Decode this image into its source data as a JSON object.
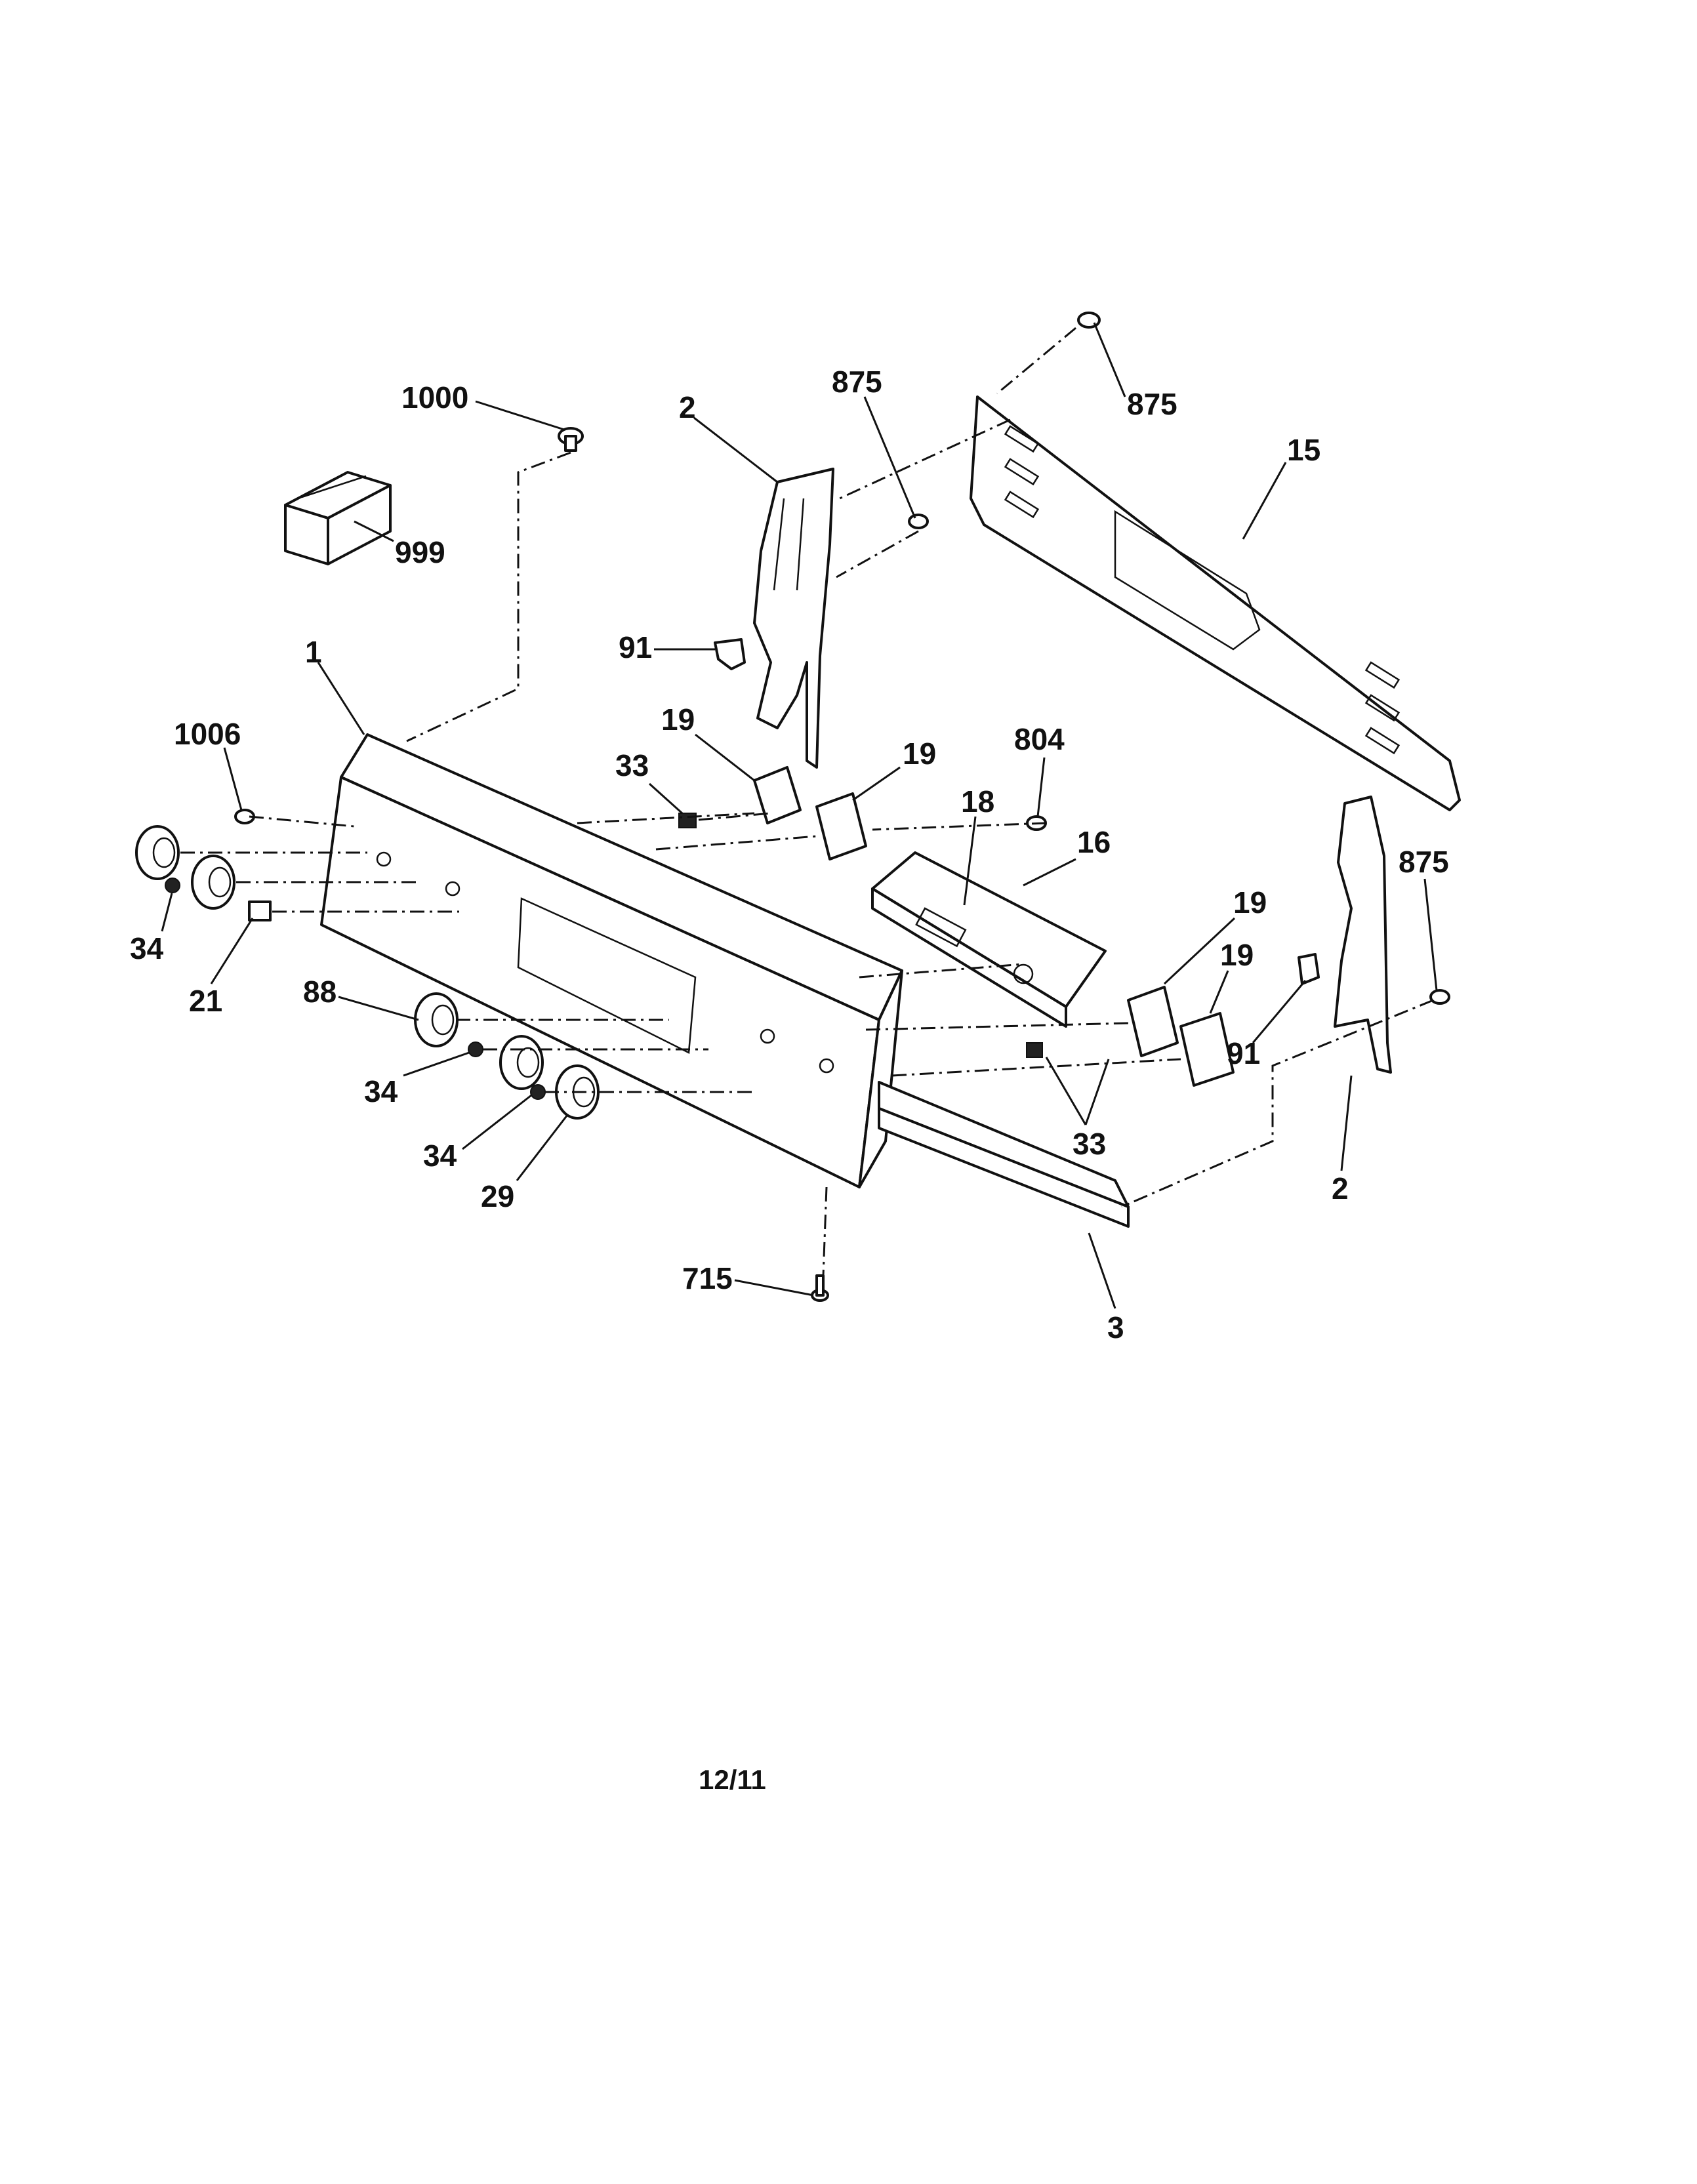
{
  "callouts": [
    {
      "id": "c1000",
      "text": "1000"
    },
    {
      "id": "c999",
      "text": "999"
    },
    {
      "id": "c2a",
      "text": "2"
    },
    {
      "id": "c875a",
      "text": "875"
    },
    {
      "id": "c875b",
      "text": "875"
    },
    {
      "id": "c15",
      "text": "15"
    },
    {
      "id": "c91a",
      "text": "91"
    },
    {
      "id": "c1",
      "text": "1"
    },
    {
      "id": "c1006",
      "text": "1006"
    },
    {
      "id": "c19a",
      "text": "19"
    },
    {
      "id": "c19b",
      "text": "19"
    },
    {
      "id": "c33a",
      "text": "33"
    },
    {
      "id": "c804",
      "text": "804"
    },
    {
      "id": "c18",
      "text": "18"
    },
    {
      "id": "c16",
      "text": "16"
    },
    {
      "id": "c875c",
      "text": "875"
    },
    {
      "id": "c19c",
      "text": "19"
    },
    {
      "id": "c19d",
      "text": "19"
    },
    {
      "id": "c34a",
      "text": "34"
    },
    {
      "id": "c21",
      "text": "21"
    },
    {
      "id": "c88",
      "text": "88"
    },
    {
      "id": "c34b",
      "text": "34"
    },
    {
      "id": "c34c",
      "text": "34"
    },
    {
      "id": "c29",
      "text": "29"
    },
    {
      "id": "c91b",
      "text": "91"
    },
    {
      "id": "c33b",
      "text": "33"
    },
    {
      "id": "c2b",
      "text": "2"
    },
    {
      "id": "c715",
      "text": "715"
    },
    {
      "id": "c3",
      "text": "3"
    }
  ],
  "footer": {
    "page_code": "12/11"
  }
}
